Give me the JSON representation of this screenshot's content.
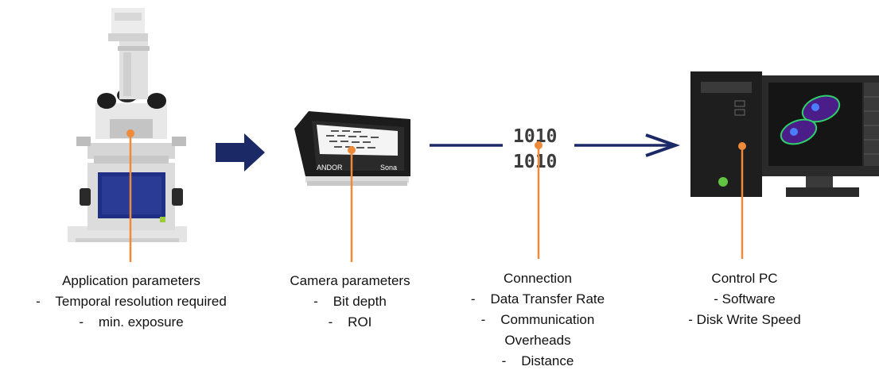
{
  "colors": {
    "accent": "#ee8a3a",
    "navy": "#1b2a66",
    "microscope_body": "#e6e6e6",
    "pc_body": "#202020",
    "monitor_screen": "#151515",
    "cell_fill": "#4b1d88",
    "cell_outline": "#2fd06a",
    "nucleus": "#4d7dff",
    "led": "#62c442"
  },
  "icons": {
    "microscope": "microscope-icon",
    "camera": "camera-icon",
    "binary": "binary-data-icon",
    "computer": "computer-icon",
    "arrow": "arrow-right-icon"
  },
  "camera": {
    "brand": "ANDOR",
    "model": "Sona"
  },
  "binary": {
    "line1": "1010",
    "line2": "1010"
  },
  "captions": {
    "application": {
      "title": "Application parameters",
      "items": [
        "-    Temporal resolution required",
        "-    min. exposure"
      ]
    },
    "camera": {
      "title": "Camera parameters",
      "items": [
        "-    Bit depth",
        "-    ROI"
      ]
    },
    "connection": {
      "title": "Connection",
      "items": [
        "-    Data Transfer Rate",
        "-    Communication",
        "Overheads",
        "-    Distance"
      ]
    },
    "pc": {
      "title": "Control PC",
      "items": [
        "- Software",
        "- Disk Write Speed"
      ]
    }
  }
}
